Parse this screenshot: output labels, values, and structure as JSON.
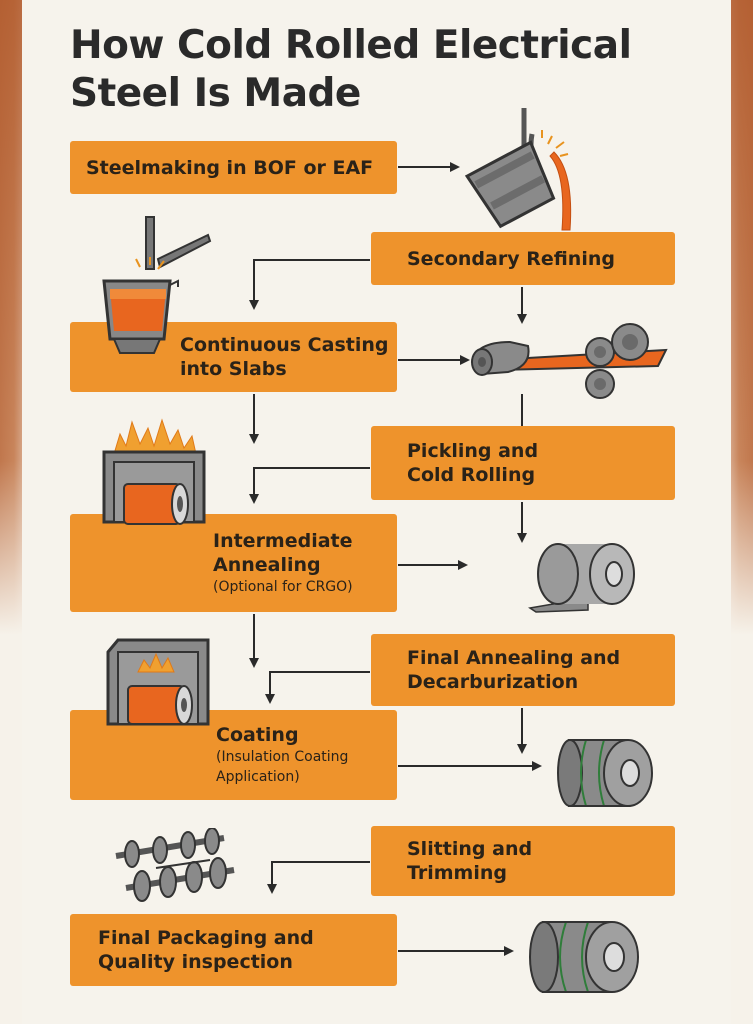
{
  "title": "How Cold Rolled Electrical Steel Is Made",
  "steps": [
    {
      "label": "Steelmaking in BOF or EAF"
    },
    {
      "label": "Secondary Refining"
    },
    {
      "label": "Continuous Casting into Slabs",
      "line1": "Continuous Casting",
      "line2": "into Slabs"
    },
    {
      "label": "Pickling and Cold Rolling",
      "line1": "Pickling and",
      "line2": "Cold Rolling"
    },
    {
      "label": "Intermediate Annealing",
      "line1": "Intermediate",
      "line2": "Annealing",
      "note": "(Optional for CRGO)"
    },
    {
      "label": "Final Annealing and Decarburization",
      "line1": "Final Annealing and",
      "line2": "Decarburization"
    },
    {
      "label": "Coating",
      "line1": "Coating",
      "note1": "(Insulation Coating",
      "note2": "Application)"
    },
    {
      "label": "Slitting and Trimming",
      "line1": "Slitting and",
      "line2": "Trimming"
    },
    {
      "label": "Final Packaging and Quality inspection",
      "line1": "Final Packaging and",
      "line2": "Quality inspection"
    }
  ],
  "colors": {
    "box": "#ee932c",
    "molten": "#e8661f",
    "steel": "#7d7d7d",
    "text": "#2a2a2a"
  },
  "icons": [
    "ladle-pour-icon",
    "converter-vessel-icon",
    "rolling-mill-icon",
    "annealing-furnace-icon",
    "steel-coil-icon",
    "furnace-coil-icon",
    "coated-coil-icon",
    "slitting-rollers-icon",
    "packaged-coil-icon"
  ]
}
